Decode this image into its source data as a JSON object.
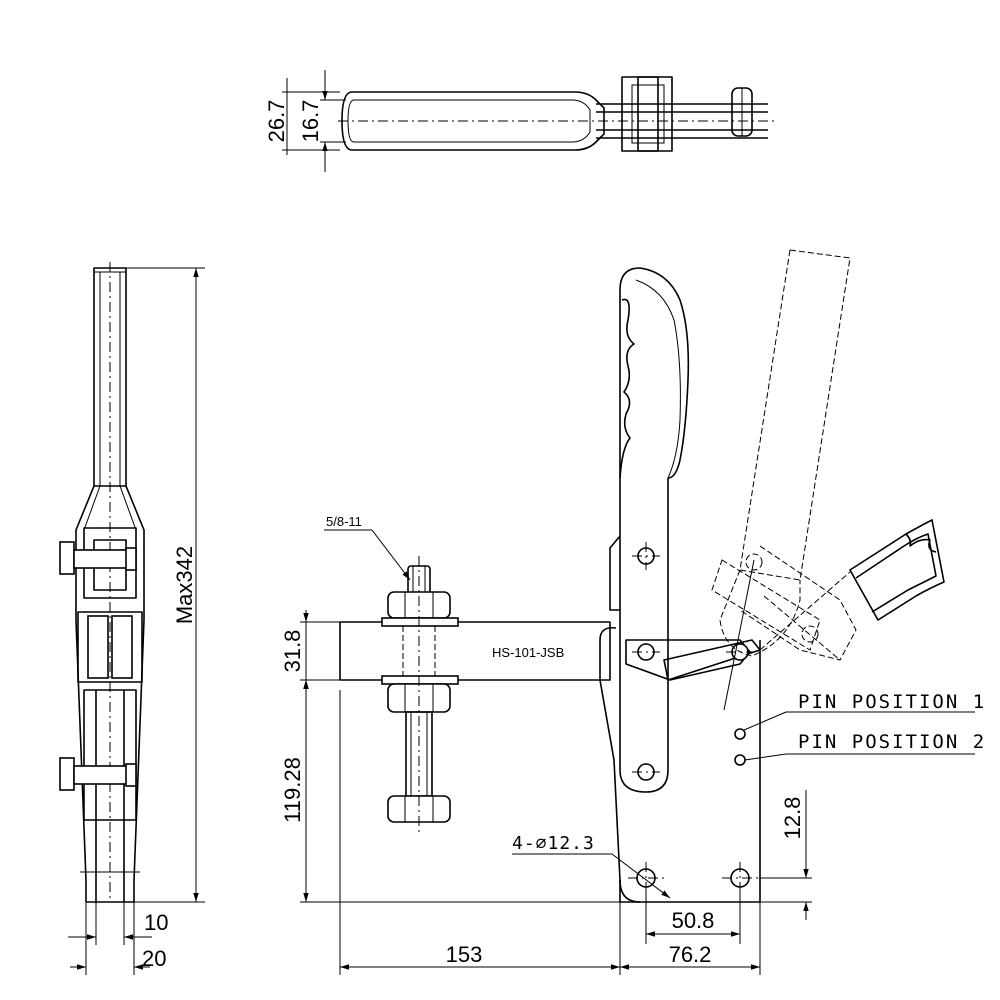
{
  "drawing": {
    "model_label": "HS-101-JSB",
    "thread_label": "5/8-11",
    "hole_note": "4-⌀12.3",
    "pin_position_1": "PIN POSITION 1",
    "pin_position_2": "PIN POSITION 2"
  },
  "dimensions": {
    "top_width_outer": "26.7",
    "top_width_inner": "16.7",
    "max_height": "Max342",
    "side_width_10": "10",
    "side_width_20": "20",
    "arm_height": "31.8",
    "spindle_height": "119.28",
    "base_offset": "12.8",
    "hole_spacing": "50.8",
    "base_width": "76.2",
    "reach": "153"
  }
}
